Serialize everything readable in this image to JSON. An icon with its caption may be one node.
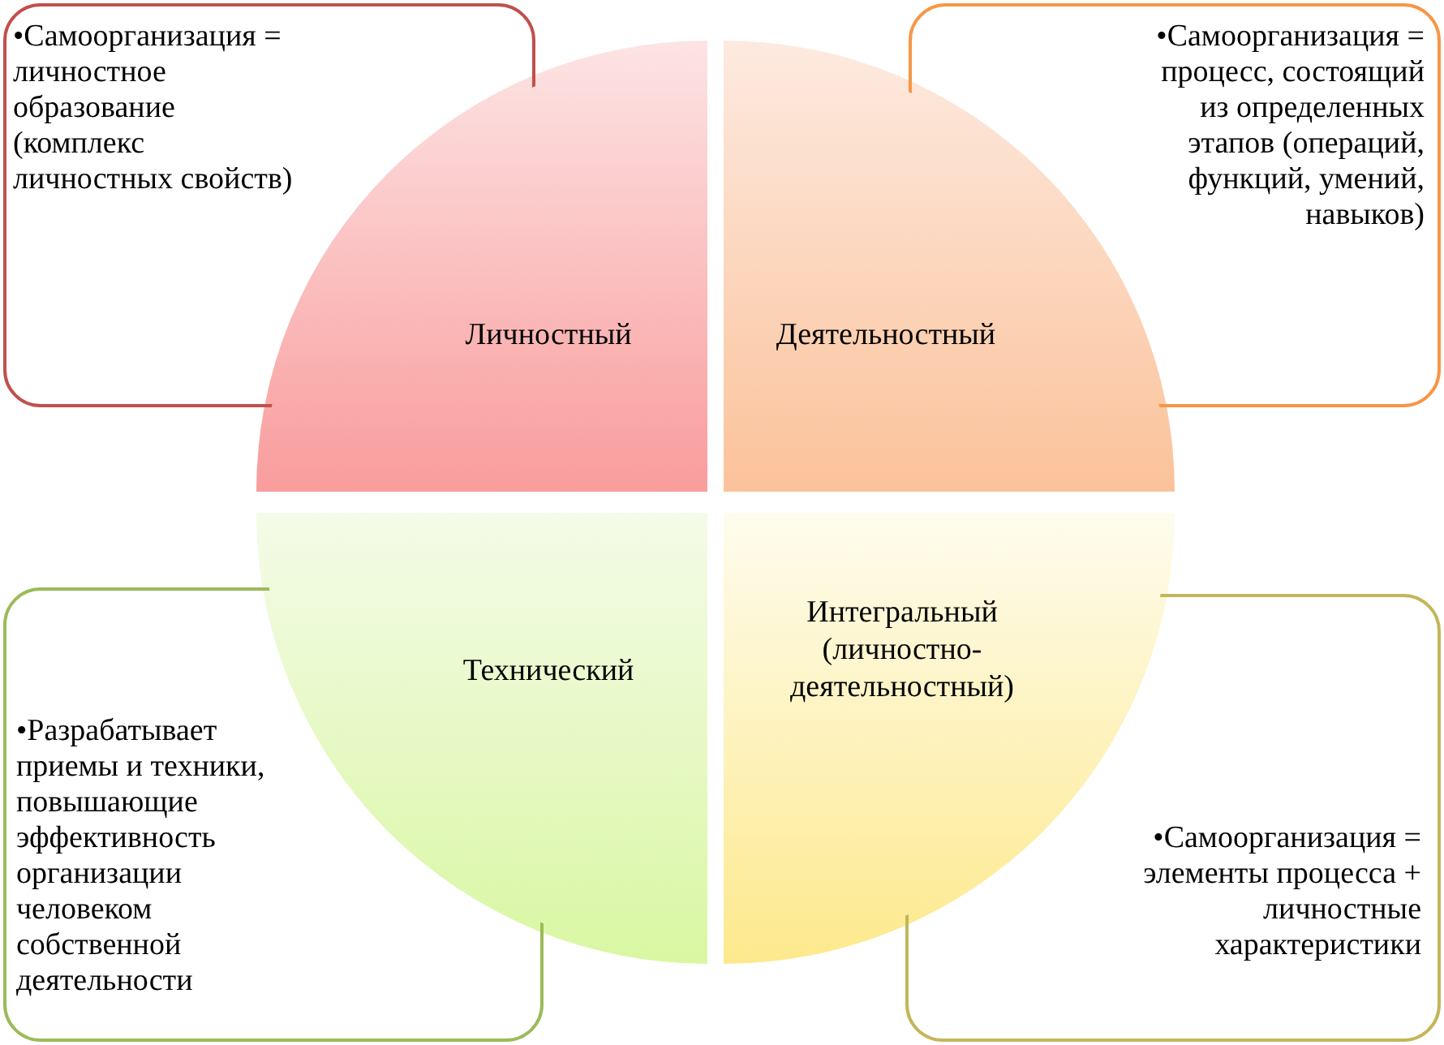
{
  "diagram": {
    "nodes": [
      {
        "text": [
          "•Самоорганизация = личностное образование (комплекс личностных свойств)"
        ]
      },
      {
        "text": [
          "•Самоорганизация = процесс, состоящий из определенных этапов (операций, функций, умений, навыков)"
        ]
      },
      {
        "text": [
          "Личностный"
        ]
      },
      {
        "text": [
          "Деятельностный"
        ]
      },
      {
        "text": [
          "Технический"
        ]
      },
      {
        "text": [
          "Интегральный (личностно-деятельностный)"
        ]
      },
      {
        "text": [
          "•Разрабатывает приемы и техники, повышающие эффективность организации человеком собственной деятельности"
        ]
      },
      {
        "text": [
          "•Самоорганизация = элементы процесса + личностные характеристики"
        ]
      }
    ],
    "edges": []
  }
}
